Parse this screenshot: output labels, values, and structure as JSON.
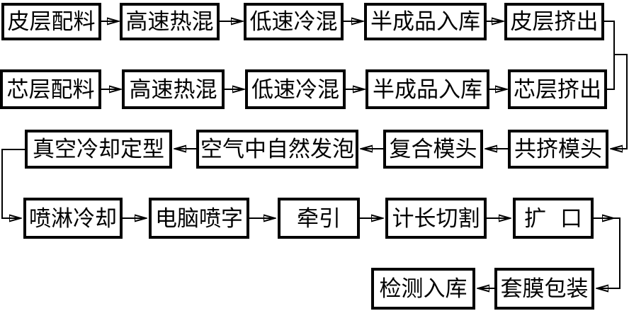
{
  "diagram": {
    "type": "process-flowchart",
    "colors": {
      "background": "#ffffff",
      "box_border": "#000000",
      "line": "#000000",
      "text": "#000000"
    },
    "flow": {
      "row1": [
        "皮层配料",
        "高速热混",
        "低速冷混",
        "半成品入库",
        "皮层挤出"
      ],
      "row2": [
        "芯层配料",
        "高速热混",
        "低速冷混",
        "半成品入库",
        "芯层挤出"
      ],
      "row3": [
        "真空冷却定型",
        "空气中自然发泡",
        "复合模头",
        "共挤模头"
      ],
      "row4": [
        "喷淋冷却",
        "电脑喷字",
        "牵引",
        "计长切割",
        "扩口"
      ],
      "row5": [
        "检测入库",
        "套膜包装"
      ]
    },
    "edges": [
      {
        "from": "皮层配料",
        "to": "高速热混"
      },
      {
        "from": "高速热混",
        "to": "低速冷混"
      },
      {
        "from": "低速冷混",
        "to": "半成品入库"
      },
      {
        "from": "半成品入库",
        "to": "皮层挤出"
      },
      {
        "from": "芯层配料",
        "to": "高速热混"
      },
      {
        "from": "高速热混",
        "to": "低速冷混"
      },
      {
        "from": "低速冷混",
        "to": "半成品入库"
      },
      {
        "from": "半成品入库",
        "to": "芯层挤出"
      },
      {
        "from": "皮层挤出",
        "to": "共挤模头"
      },
      {
        "from": "芯层挤出",
        "to": "共挤模头"
      },
      {
        "from": "共挤模头",
        "to": "复合模头"
      },
      {
        "from": "复合模头",
        "to": "空气中自然发泡"
      },
      {
        "from": "空气中自然发泡",
        "to": "真空冷却定型"
      },
      {
        "from": "真空冷却定型",
        "to": "喷淋冷却"
      },
      {
        "from": "喷淋冷却",
        "to": "电脑喷字"
      },
      {
        "from": "电脑喷字",
        "to": "牵引"
      },
      {
        "from": "牵引",
        "to": "计长切割"
      },
      {
        "from": "计长切割",
        "to": "扩口"
      },
      {
        "from": "扩口",
        "to": "套膜包装"
      },
      {
        "from": "套膜包装",
        "to": "检测入库"
      }
    ]
  }
}
